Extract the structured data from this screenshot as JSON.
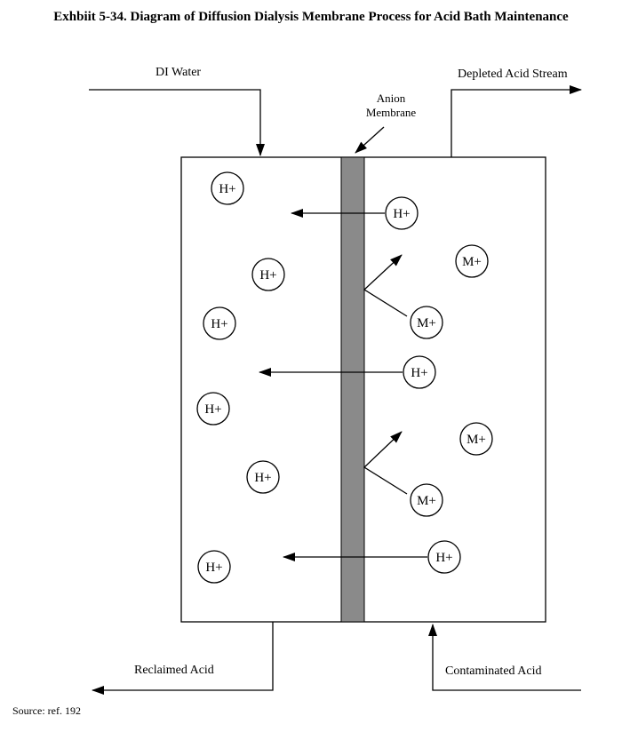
{
  "title": "Exhbiit 5-34. Diagram of Diffusion Dialysis Membrane Process for Acid Bath Maintenance",
  "labels": {
    "di_water": "DI Water",
    "depleted_acid": "Depleted Acid Stream",
    "membrane_line1": "Anion",
    "membrane_line2": "Membrane",
    "reclaimed_acid": "Reclaimed Acid",
    "contaminated_acid": "Contaminated Acid"
  },
  "ions": {
    "h": "H+",
    "m": "M+"
  },
  "source": "Source: ref. 192"
}
